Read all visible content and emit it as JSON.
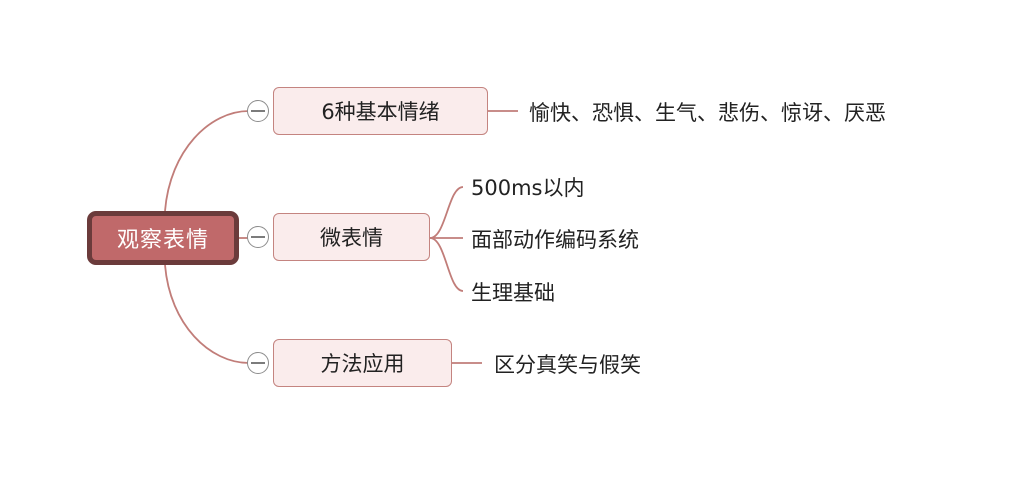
{
  "root": {
    "label": "观察表情"
  },
  "branches": [
    {
      "label": "6种基本情绪",
      "leaves": [
        "愉快、恐惧、生气、悲伤、惊讶、厌恶"
      ]
    },
    {
      "label": "微表情",
      "leaves": [
        "500ms以内",
        "面部动作编码系统",
        "生理基础"
      ]
    },
    {
      "label": "方法应用",
      "leaves": [
        "区分真笑与假笑"
      ]
    }
  ],
  "colors": {
    "connector": "#c17d79",
    "root_fill": "#c0696a",
    "root_border": "#6b3b3b",
    "branch_fill": "#faecec",
    "branch_border": "#c48480"
  },
  "icons": {
    "collapse_toggle": "minus-circle-icon"
  }
}
